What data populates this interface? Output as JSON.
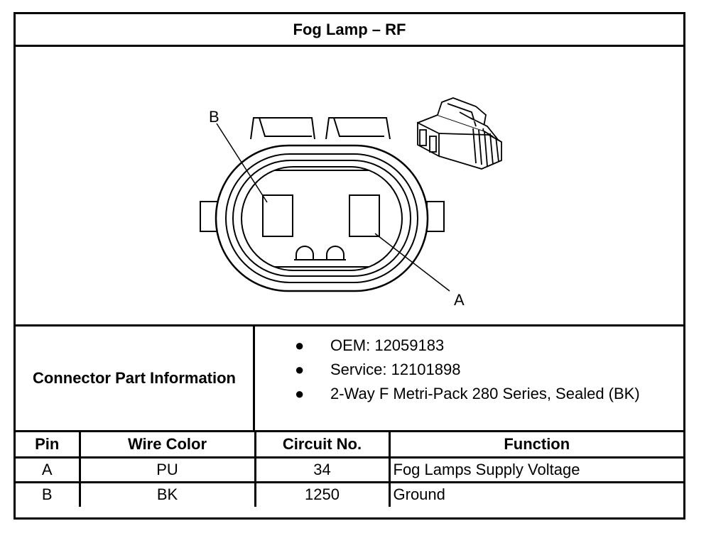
{
  "title": "Fog Lamp – RF",
  "diagram": {
    "callouts": [
      "B",
      "A"
    ]
  },
  "connector_info": {
    "label": "Connector Part Information",
    "items": [
      "OEM: 12059183",
      "Service: 12101898",
      "2-Way F Metri-Pack 280 Series, Sealed (BK)"
    ]
  },
  "pin_table": {
    "headers": [
      "Pin",
      "Wire Color",
      "Circuit No.",
      "Function"
    ],
    "rows": [
      [
        "A",
        "PU",
        "34",
        "Fog Lamps Supply Voltage"
      ],
      [
        "B",
        "BK",
        "1250",
        "Ground"
      ]
    ]
  }
}
